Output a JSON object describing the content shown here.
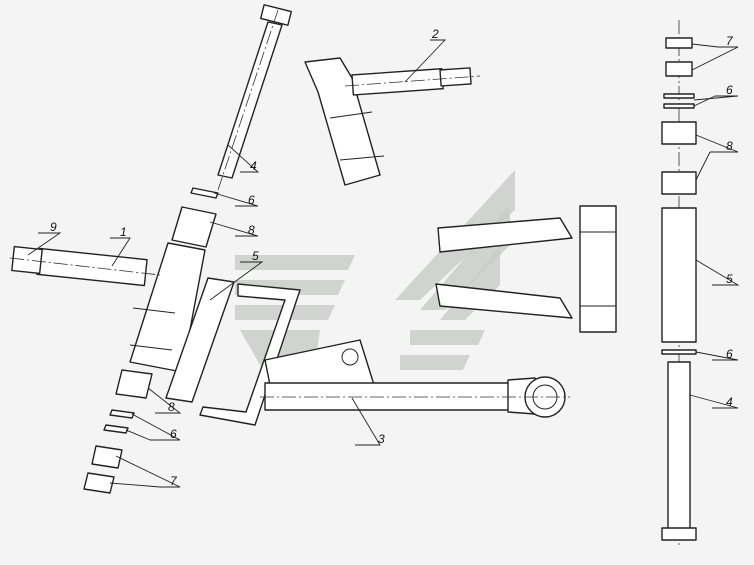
{
  "callouts": {
    "c1": "1",
    "c2": "2",
    "c3": "3",
    "c4a": "4",
    "c4b": "4",
    "c5a": "5",
    "c5b": "5",
    "c6a": "6",
    "c6b": "6",
    "c6c": "6",
    "c6d": "6",
    "c7a": "7",
    "c7b": "7",
    "c8a": "8",
    "c8b": "8",
    "c8c": "8",
    "c9": "9"
  },
  "colors": {
    "line": "#222222",
    "watermark": "#c9ccc9",
    "background": "#f4f4f4"
  }
}
